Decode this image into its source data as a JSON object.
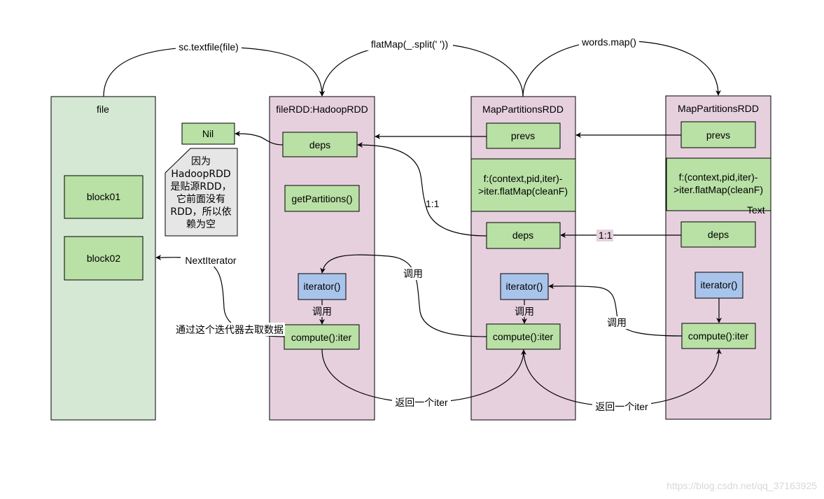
{
  "colors": {
    "file_column": "#d5e8d4",
    "rdd_column": "#e6d0de",
    "box_green": "#b9e0a5",
    "box_blue": "#a9c4eb",
    "note_gray": "#e6e6e6",
    "stroke": "#000000",
    "watermark": "#d8d8d8"
  },
  "columns": {
    "file": {
      "title": "file",
      "block01": "block01",
      "block02": "block02"
    },
    "hadoop_rdd": {
      "title": "fileRDD:HadoopRDD",
      "deps": "deps",
      "get_partitions": "getPartitions()",
      "iterator": "iterator()",
      "compute": "compute():iter"
    },
    "map_rdd_1": {
      "title": "MapPartitionsRDD",
      "prevs": "prevs",
      "func_line1": "f:(context,pid,iter)-",
      "func_line2": ">iter.flatMap(cleanF)",
      "deps": "deps",
      "iterator": "iterator()",
      "compute": "compute():iter"
    },
    "map_rdd_2": {
      "title": "MapPartitionsRDD",
      "prevs": "prevs",
      "func_line1": "f:(context,pid,iter)-",
      "func_line2": ">iter.flatMap(cleanF)",
      "text_label": "Text",
      "deps": "deps",
      "iterator": "iterator()",
      "compute": "compute():iter"
    }
  },
  "nil_box": "Nil",
  "note_lines": [
    "因为",
    "HadoopRDD",
    "是贴源RDD，",
    "它前面没有",
    "RDD，所以依",
    "赖为空"
  ],
  "edges": {
    "textfile": "sc.textfile(file)",
    "flatmap": "flatMap(_.split(' '))",
    "words_map": "words.map()",
    "one_to_one_left": "1:1",
    "one_to_one_right": "1:1",
    "next_iterator": "NextIterator",
    "fetch_via_iterator": "通过这个迭代器去取数据",
    "call_hadoop": "调用",
    "call_mid": "调用",
    "call_map1": "调用",
    "call_right": "调用",
    "return_iter_left": "返回一个iter",
    "return_iter_right": "返回一个iter"
  },
  "watermark": "https://blog.csdn.net/qq_37163925"
}
